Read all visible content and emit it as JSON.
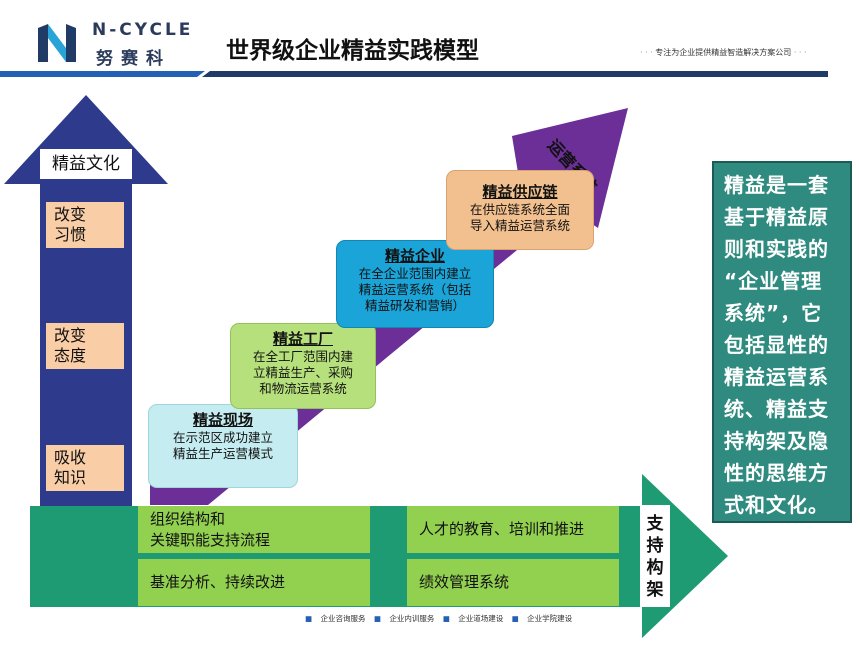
{
  "header": {
    "brand_en": "N-CYCLE",
    "brand_cn": "努赛科",
    "title": "世界级企业精益实践模型",
    "tagline": "专注为企业提供精益智造解决方案公司",
    "colors": {
      "brand_navy": "#1f3b66",
      "bar_blue": "#2461b5"
    }
  },
  "culture": {
    "label": "精益文化",
    "stages": [
      {
        "line1": "改变",
        "line2": "习惯"
      },
      {
        "line1": "改变",
        "line2": "态度"
      },
      {
        "line1": "吸收",
        "line2": "知识"
      }
    ],
    "colors": {
      "arrow": "#2e3a8c",
      "box": "#f9cda6"
    }
  },
  "diagonal": {
    "label": "运营系统",
    "color": "#6b2f97"
  },
  "steps": [
    {
      "title": "精益现场",
      "desc_lines": [
        "在示范区成功建立",
        "精益生产运营模式"
      ],
      "color": "#c5ecf0"
    },
    {
      "title": "精益工厂",
      "desc_lines": [
        "在全工厂范围内建",
        "立精益生产、采购",
        "和物流运营系统"
      ],
      "color": "#b6e07b"
    },
    {
      "title": "精益企业",
      "desc_lines": [
        "在全企业范围内建立",
        "精益运营系统（包括",
        "精益研发和营销）"
      ],
      "color": "#1ba4d8"
    },
    {
      "title": "精益供应链",
      "desc_lines": [
        "在供应链系统全面",
        "导入精益运营系统"
      ],
      "color": "#f2c08e"
    }
  ],
  "summary": {
    "lines": [
      "精益是一套",
      "基于精益原",
      "则和实践的",
      "“企业管理",
      "系统”，它",
      "包括显性的",
      "精益运营系",
      "统、精益支",
      "持构架及隐",
      "性的思维方",
      "式和文化。"
    ]
  },
  "support": {
    "label_chars": [
      "支",
      "持",
      "构",
      "架"
    ],
    "cells": [
      {
        "line1": "组织结构和",
        "line2": "关键职能支持流程"
      },
      {
        "line1": "人才的教育、培训和推进",
        "line2": ""
      },
      {
        "line1": "基准分析、持续改进",
        "line2": ""
      },
      {
        "line1": "绩效管理系统",
        "line2": ""
      }
    ],
    "colors": {
      "base": "#1e9b73",
      "cell": "#92d050"
    }
  },
  "footer": {
    "services": [
      "企业咨询服务",
      "企业内训服务",
      "企业道场建设",
      "企业学院建设"
    ]
  }
}
